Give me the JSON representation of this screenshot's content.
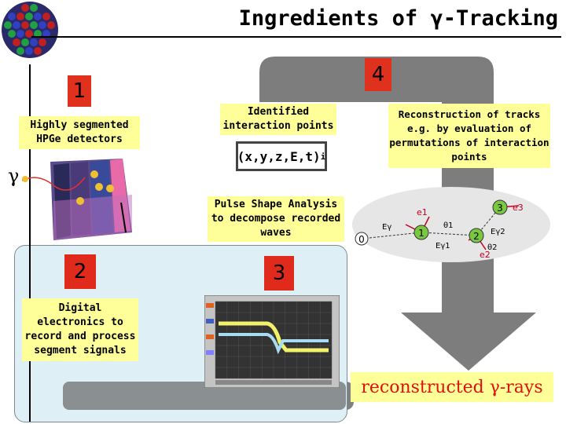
{
  "title": "Ingredients of γ-Tracking",
  "steps": {
    "step1": {
      "number": "1",
      "label": "Highly segmented HPGe detectors"
    },
    "step2": {
      "number": "2",
      "label": "Digital electronics to record and process segment signals"
    },
    "step3": {
      "number": "3",
      "label": "Pulse Shape Analysis to decompose recorded waves"
    },
    "step4": {
      "number": "4",
      "label": "Reconstruction of tracks e.g. by evaluation of permutations of interaction points"
    }
  },
  "interaction": {
    "label": "Identified interaction points",
    "coords": "(x,y,z,E,t)",
    "coords_sub": "i"
  },
  "gamma_symbol": "γ",
  "result": "reconstructed γ-rays",
  "tracking_diagram": {
    "nodes": [
      "0",
      "1",
      "2",
      "3"
    ],
    "energies": [
      "e1",
      "e2",
      "e3"
    ],
    "labels": [
      "Eγ",
      "Eγ1",
      "Eγ2",
      "θ1",
      "θ2"
    ]
  },
  "colors": {
    "yellow": "#ffff99",
    "red_accent": "#e0311e",
    "panel": "#def0f5",
    "arrow": "#808080"
  }
}
